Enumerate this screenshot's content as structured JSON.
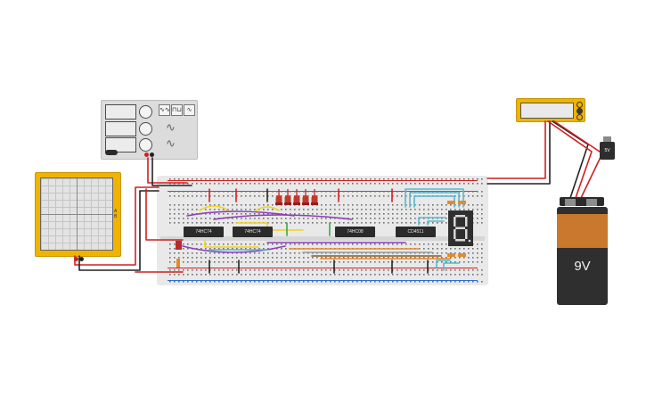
{
  "function_generator": {
    "button_labels": [
      "∿∿",
      "⊓⊔",
      "∿"
    ],
    "wave_glyphs": [
      "∿",
      "∿"
    ],
    "footer": "",
    "colors": {
      "body": "#dcdcdc",
      "screen": "#ececec",
      "terminal_red": "#d11f1f",
      "terminal_black": "#222222"
    }
  },
  "oscilloscope": {
    "side_label": "A B",
    "colors": {
      "body": "#f0b400",
      "screen": "#e3e3e3"
    }
  },
  "multimeter": {
    "colors": {
      "body": "#f0b400",
      "screen": "#e9e9e9"
    }
  },
  "breadboard": {
    "chips": [
      {
        "label": "74HC74"
      },
      {
        "label": "74HC74"
      },
      {
        "label": "74HC08"
      },
      {
        "label": "CD4511"
      }
    ],
    "seven_segment_digit": "8",
    "led_count": 5,
    "colors": {
      "board": "#e9e9e9",
      "rail_red": "#d11f1f",
      "rail_blue": "#2a6fd1",
      "led": "#c0392b"
    }
  },
  "battery": {
    "label": "9V",
    "colors": {
      "body": "#2f2f2f",
      "band": "#c9782d"
    }
  },
  "regulator": {
    "label": "5V"
  },
  "wire_colors": {
    "red": "#d11f1f",
    "black": "#222222",
    "yellow": "#f2d21b",
    "purple": "#8e3fb9",
    "cyan": "#57b8cf",
    "orange": "#e58a2b",
    "gray": "#9b9b9b",
    "green": "#3aa845",
    "brown": "#8a5a2b"
  }
}
